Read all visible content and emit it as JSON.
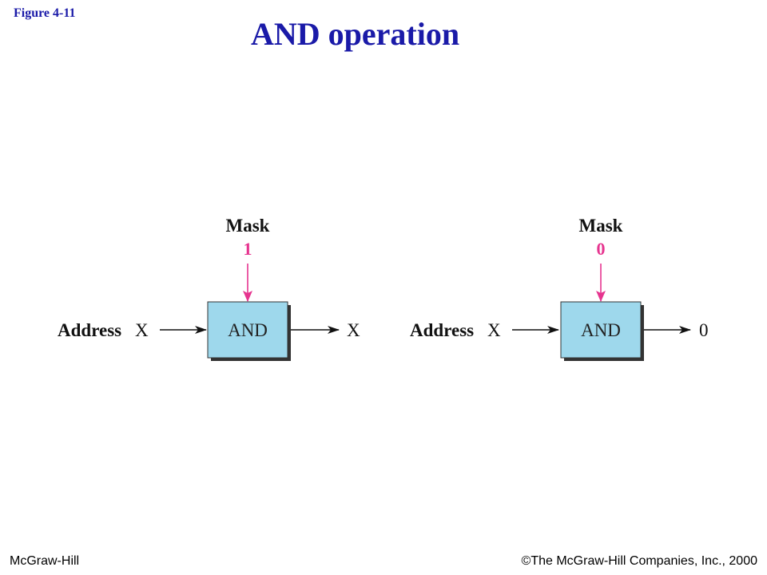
{
  "header": {
    "figure_label": "Figure 4-11",
    "title": "AND operation"
  },
  "panels": [
    {
      "mask_label": "Mask",
      "mask_value": "1",
      "input_label": "Address",
      "input_var": "X",
      "op_label": "AND",
      "output": "X"
    },
    {
      "mask_label": "Mask",
      "mask_value": "0",
      "input_label": "Address",
      "input_var": "X",
      "op_label": "AND",
      "output": "0"
    }
  ],
  "footer": {
    "left": "McGraw-Hill",
    "right": "©The McGraw-Hill Companies, Inc., 2000"
  },
  "colors": {
    "title": "#1a1aa8",
    "mask": "#e6348f",
    "box_fill": "#9ed8ec",
    "box_shadow": "#333333"
  }
}
